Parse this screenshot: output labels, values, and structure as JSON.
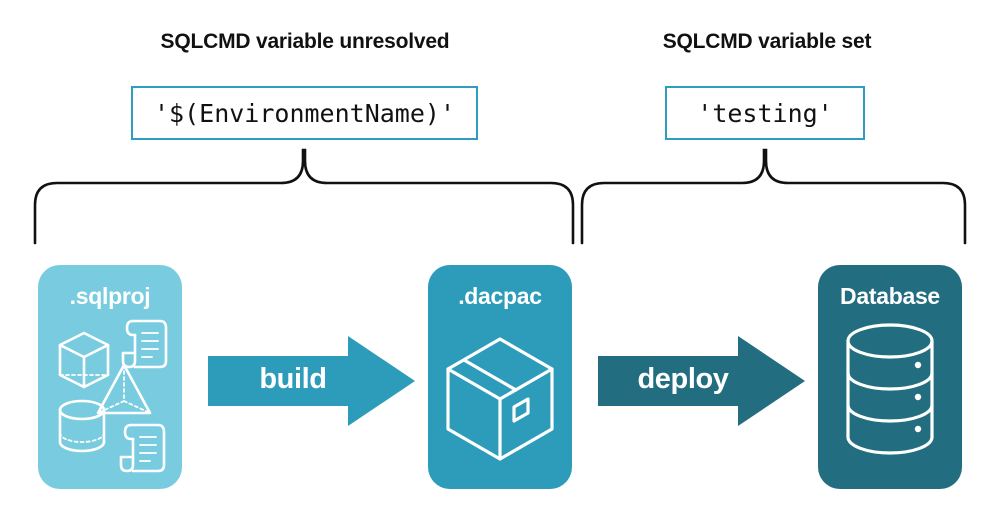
{
  "headings": {
    "left": "SQLCMD variable unresolved",
    "right": "SQLCMD variable set"
  },
  "code_boxes": {
    "left": "'$(EnvironmentName)'",
    "right": "'testing'"
  },
  "stages": [
    {
      "id": "sqlproj",
      "label": ".sqlproj",
      "color": "#79ccdf",
      "icons": [
        "cube-icon",
        "pyramid-icon",
        "cylinder-icon",
        "scroll-icon",
        "scroll-icon"
      ]
    },
    {
      "id": "dacpac",
      "label": ".dacpac",
      "color": "#2d9cbb",
      "icons": [
        "package-box-icon"
      ]
    },
    {
      "id": "database",
      "label": "Database",
      "color": "#226e80",
      "icons": [
        "database-cylinder-icon"
      ]
    }
  ],
  "arrows": [
    {
      "id": "build",
      "label": "build",
      "color": "#2d9cbb"
    },
    {
      "id": "deploy",
      "label": "deploy",
      "color": "#226e80"
    }
  ],
  "braces": [
    {
      "id": "brace-left",
      "color": "#111111"
    },
    {
      "id": "brace-right",
      "color": "#111111"
    }
  ],
  "colors": {
    "accent_light": "#79ccdf",
    "accent_mid": "#2d9cbb",
    "accent_dark": "#226e80",
    "code_border": "#2f9cc2",
    "text": "#111111",
    "background": "#ffffff"
  }
}
